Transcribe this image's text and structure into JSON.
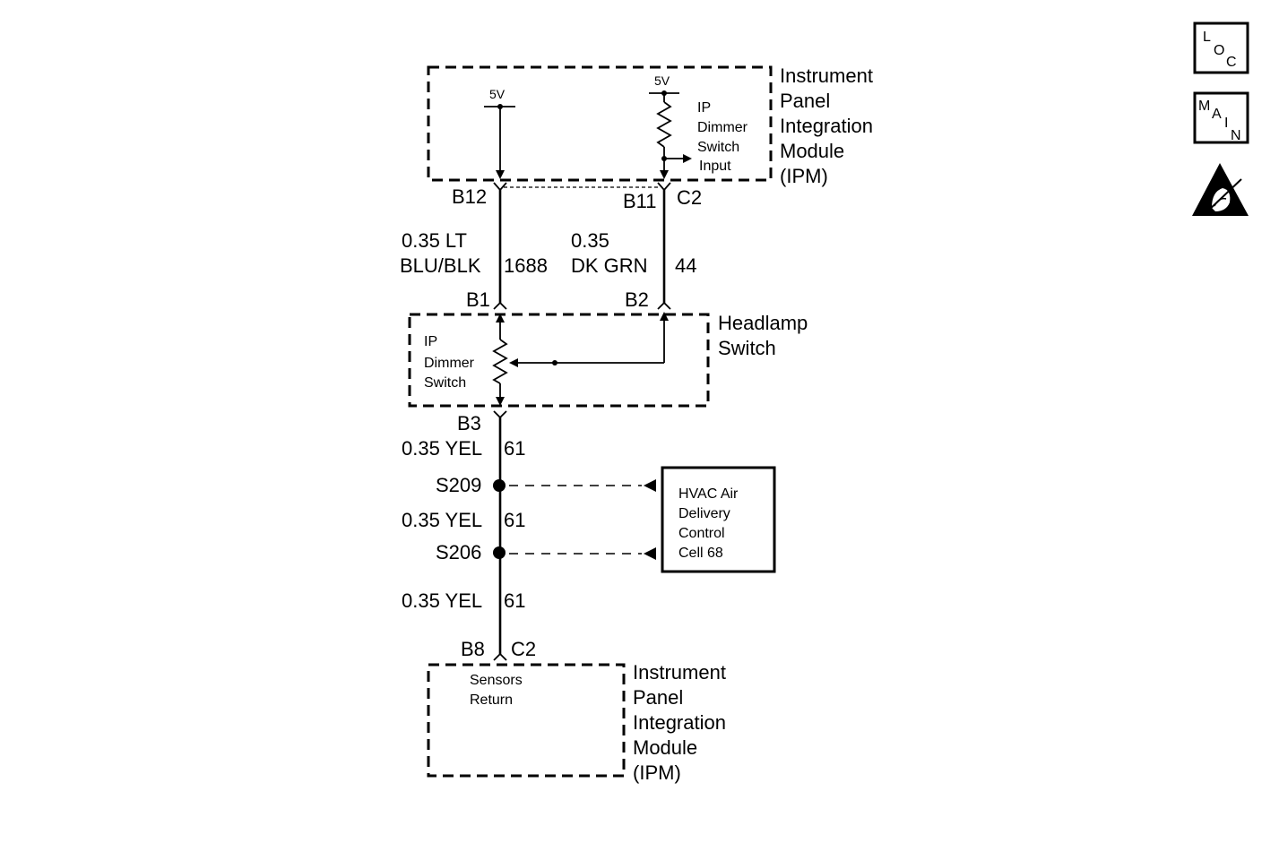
{
  "ipm_top": {
    "name_lines": [
      "Instrument",
      "Panel",
      "Integration",
      "Module",
      "(IPM)"
    ],
    "voltage_left": "5V",
    "voltage_right": "5V",
    "input_label_lines": [
      "IP",
      "Dimmer",
      "Switch",
      "Input"
    ],
    "pin_left": "B12",
    "pin_right": "B11",
    "connector": "C2"
  },
  "wires": {
    "left_size": "0.35 LT",
    "left_color": "BLU/BLK",
    "left_circuit": "1688",
    "right_size": "0.35",
    "right_color": "DK GRN",
    "right_circuit": "44",
    "yel_1_label": "0.35 YEL",
    "yel_1_circuit": "61",
    "yel_2_label": "0.35 YEL",
    "yel_2_circuit": "61",
    "yel_3_label": "0.35 YEL",
    "yel_3_circuit": "61"
  },
  "headlamp_switch": {
    "name_lines": [
      "Headlamp",
      "Switch"
    ],
    "pin_b1": "B1",
    "pin_b2": "B2",
    "pin_b3": "B3",
    "dimmer_label_lines": [
      "IP",
      "Dimmer",
      "Switch"
    ]
  },
  "splices": {
    "s209": "S209",
    "s206": "S206"
  },
  "hvac_box": {
    "label_lines": [
      "HVAC Air",
      "Delivery",
      "Control",
      "Cell 68"
    ]
  },
  "ipm_bottom": {
    "pin": "B8",
    "connector": "C2",
    "internal_label_lines": [
      "Sensors",
      "Return"
    ],
    "name_lines": [
      "Instrument",
      "Panel",
      "Integration",
      "Module",
      "(IPM)"
    ]
  },
  "side_icons": {
    "loc": {
      "letters": [
        "L",
        "O",
        "C"
      ]
    },
    "main": {
      "letters": [
        "M",
        "A",
        "I",
        "N"
      ]
    },
    "esd": {
      "icon": "esd-warning-icon"
    }
  }
}
